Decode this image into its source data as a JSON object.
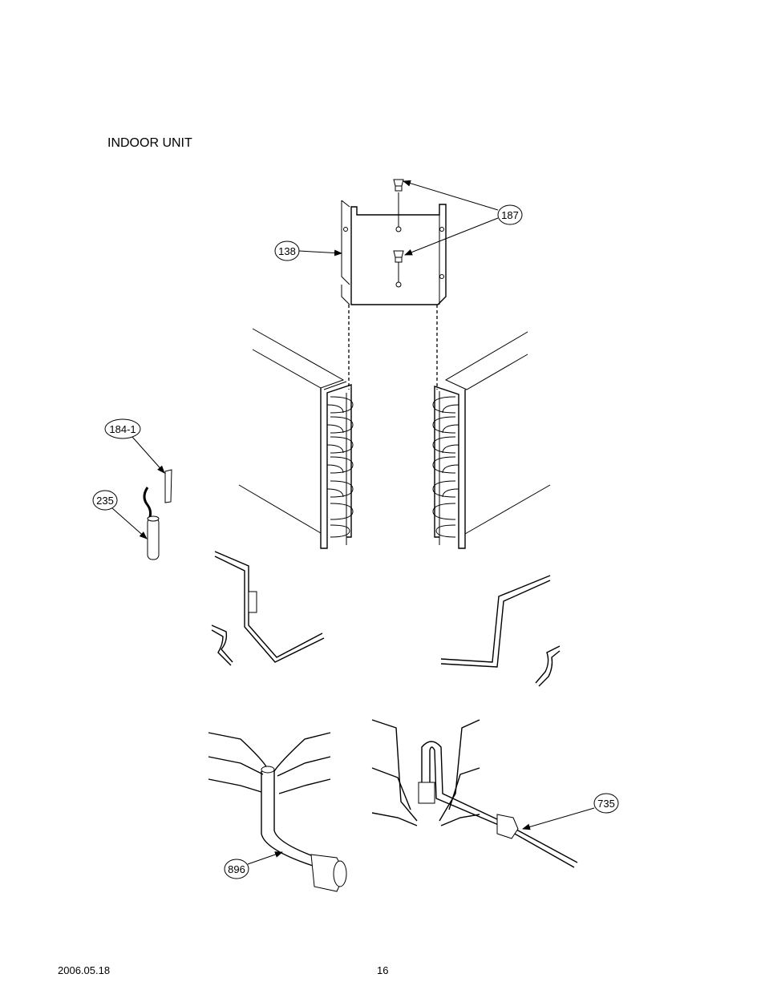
{
  "page": {
    "heading": "INDOOR UNIT",
    "footer_date": "2006.05.18",
    "page_number": "16"
  },
  "callouts": {
    "c138": "138",
    "c187": "187",
    "c184_1": "184-1",
    "c235": "235",
    "c896": "896",
    "c735": "735"
  }
}
